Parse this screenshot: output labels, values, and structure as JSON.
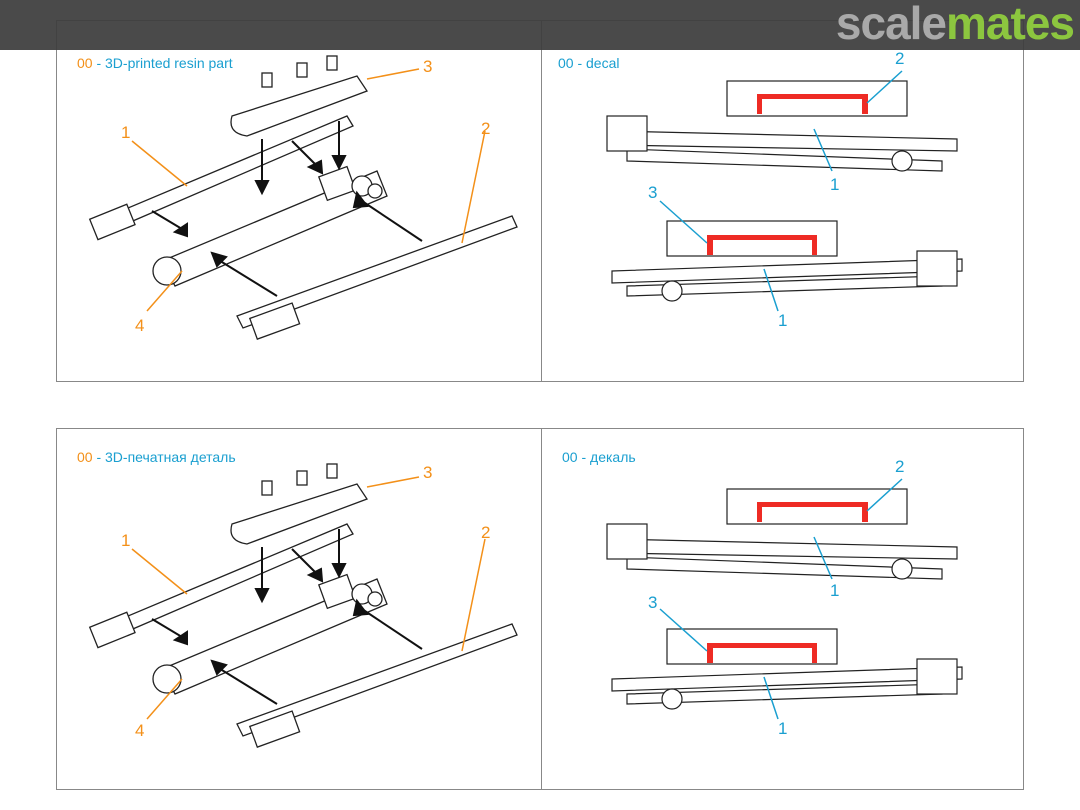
{
  "watermark": {
    "part1": "scale",
    "part2": "mates"
  },
  "sections": [
    {
      "resin_title": {
        "num": "00",
        "text": " - 3D-printed resin part"
      },
      "decal_title": {
        "num": "00",
        "text": " - decal"
      }
    },
    {
      "resin_title": {
        "num": "00",
        "text": " - 3D-печатная деталь"
      },
      "decal_title": {
        "num": "00",
        "text": " - декаль"
      }
    }
  ],
  "resin_callouts": [
    "1",
    "2",
    "3",
    "4"
  ],
  "decal_callouts": {
    "top": [
      "2",
      "1"
    ],
    "bottom": [
      "3",
      "1"
    ]
  },
  "colors": {
    "orange": "#f39019",
    "blue": "#1a9fd0",
    "red": "#ee2b24"
  }
}
